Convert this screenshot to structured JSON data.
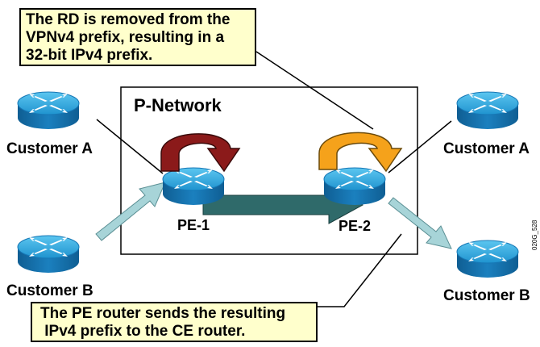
{
  "callouts": {
    "top": {
      "lines": [
        "The RD is removed from the",
        "VPNv4 prefix, resulting in a",
        "32-bit IPv4 prefix."
      ]
    },
    "bottom": {
      "lines": [
        "The PE router sends the resulting",
        " IPv4 prefix to the CE router."
      ]
    }
  },
  "network_label": "P-Network",
  "routers": {
    "customer_a_left": "Customer A",
    "customer_b_left": "Customer B",
    "customer_a_right": "Customer A",
    "customer_b_right": "Customer B",
    "pe1": "PE-1",
    "pe2": "PE-2"
  },
  "figure_id": "020G_528",
  "colors": {
    "router_top": "#2aa8e0",
    "router_body": "#1677b5",
    "arrow_teal": "#a7d4d8",
    "arrow_dark": "#2f6a6a",
    "loop_red": "#8b1a1a",
    "loop_orange": "#f5a21b",
    "callout_bg": "#ffffcc"
  }
}
